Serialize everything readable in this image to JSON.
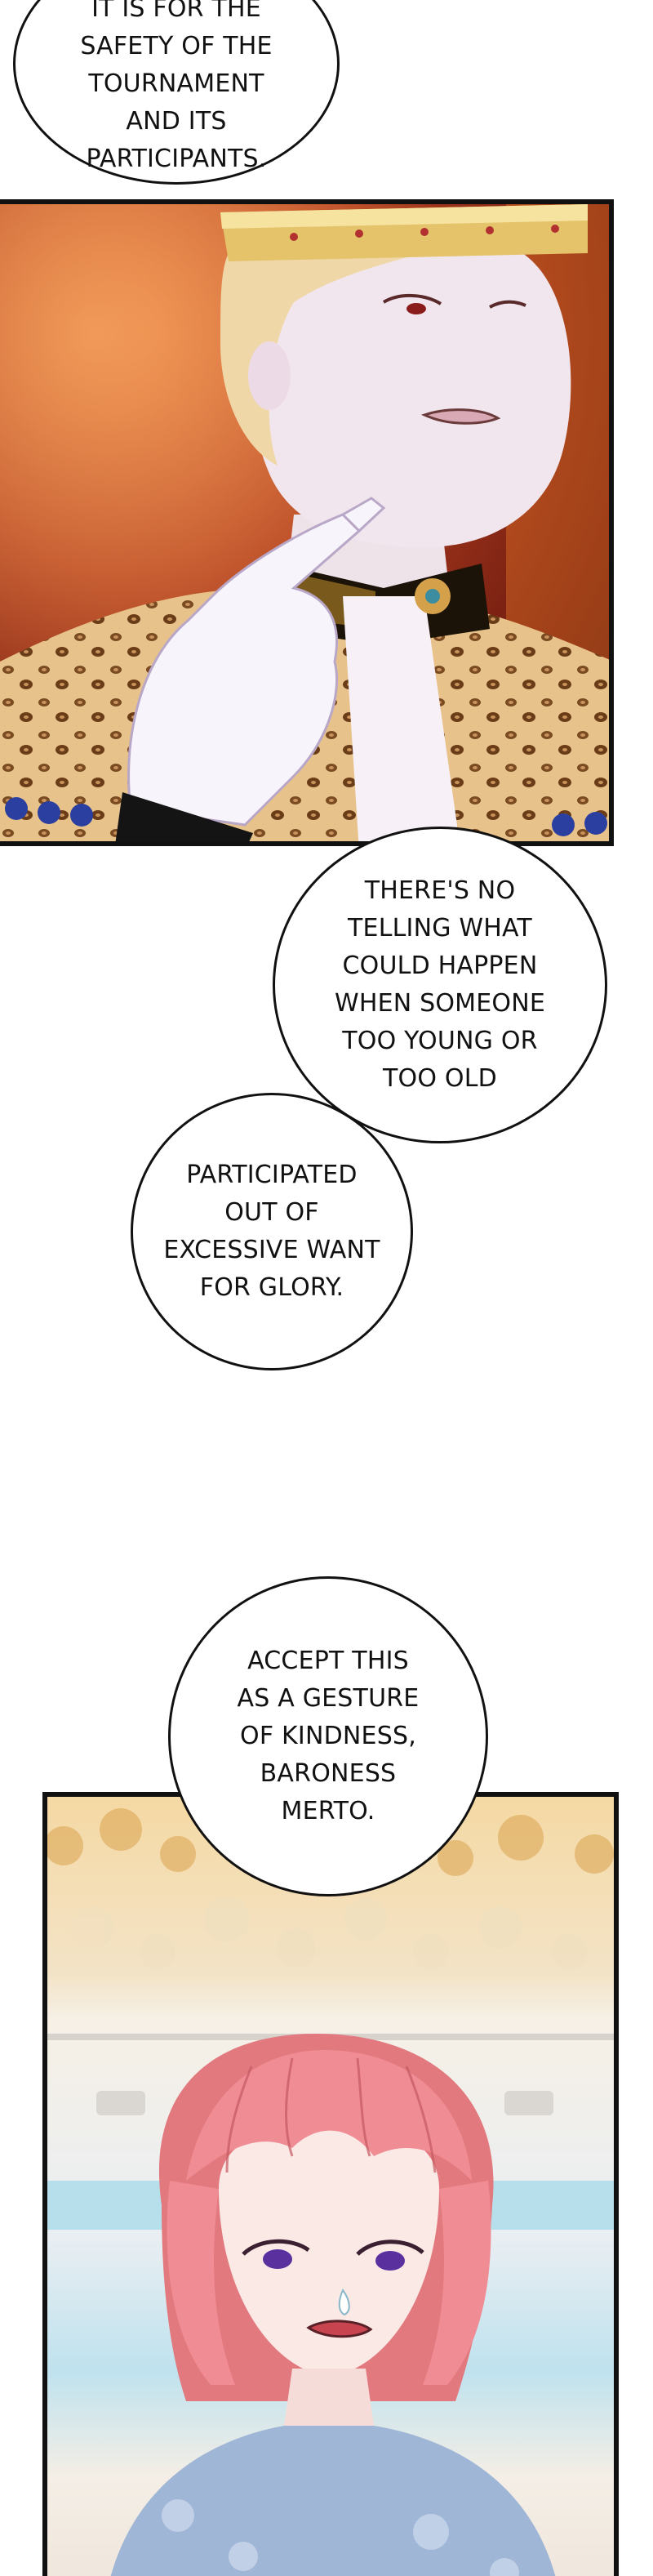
{
  "bubbles": [
    {
      "lines": [
        "IT IS FOR THE",
        "SAFETY OF THE",
        "TOURNAMENT",
        "AND ITS",
        "PARTICIPANTS."
      ]
    },
    {
      "lines": [
        "THERE'S NO",
        "TELLING WHAT",
        "COULD HAPPEN",
        "WHEN SOMEONE",
        "TOO YOUNG OR",
        "TOO OLD"
      ]
    },
    {
      "lines": [
        "PARTICIPATED",
        "OUT OF",
        "EXCESSIVE WANT",
        "FOR GLORY."
      ]
    },
    {
      "lines": [
        "ACCEPT THIS",
        "AS A GESTURE",
        "OF KINDNESS,",
        "BARONESS",
        "MERTO."
      ]
    }
  ]
}
